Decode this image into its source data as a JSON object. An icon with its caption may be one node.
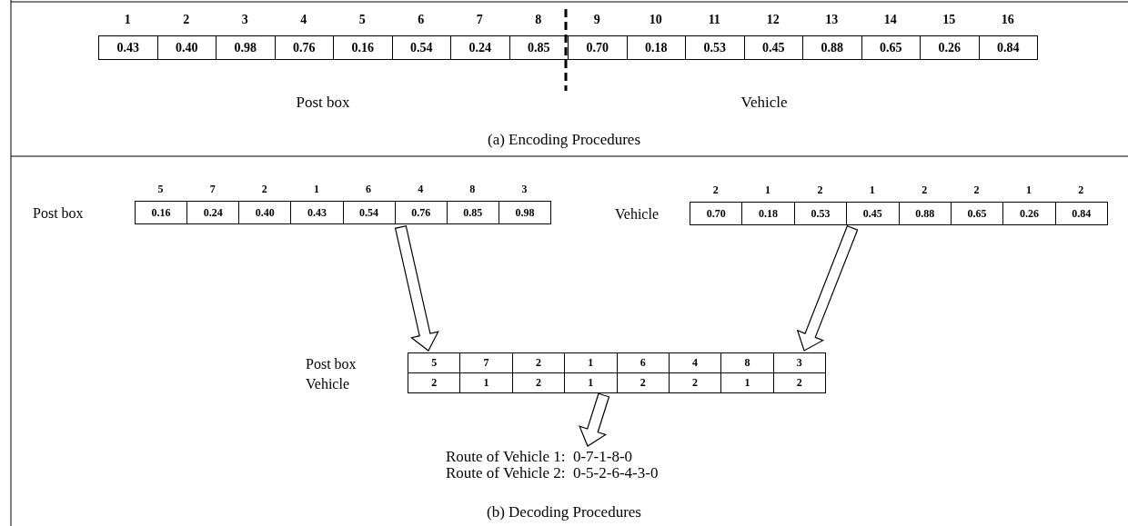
{
  "diagram": {
    "nodes": [
      {
        "text": [
          "0.16",
          "0.24",
          "0.40",
          "0.43",
          "0.54",
          "0.76",
          "0.85",
          "0.98"
        ],
        "beside": [
          "Post box",
          "5",
          "7",
          "2",
          "1",
          "6",
          "4",
          "8",
          "3"
        ]
      },
      {
        "text": [
          "0.70",
          "0.18",
          "0.53",
          "0.45",
          "0.88",
          "0.65",
          "0.26",
          "0.84"
        ],
        "beside": [
          "Vehicle",
          "2",
          "1",
          "2",
          "1",
          "2",
          "2",
          "1",
          "2"
        ]
      },
      {
        "text": [
          "5",
          "7",
          "2",
          "1",
          "6",
          "4",
          "8",
          "3",
          "2",
          "1",
          "2",
          "1",
          "2",
          "2",
          "1",
          "2"
        ],
        "beside": [
          "Post box",
          "Vehicle"
        ]
      },
      {
        "text": [
          "Route of Vehicle 1:  0-7-1-8-0",
          "Route of Vehicle 2:  0-5-2-6-4-3-0"
        ]
      }
    ],
    "edges": [
      {
        "from": 0,
        "to": 2,
        "arrow": "to"
      },
      {
        "from": 1,
        "to": 2,
        "arrow": "to"
      },
      {
        "from": 2,
        "to": 3,
        "arrow": "to"
      }
    ],
    "labels": [
      "1",
      "2",
      "3",
      "4",
      "5",
      "6",
      "7",
      "8",
      "9",
      "10",
      "11",
      "12",
      "13",
      "14",
      "15",
      "16",
      "0.43",
      "0.40",
      "0.98",
      "0.76",
      "0.16",
      "0.54",
      "0.24",
      "0.85",
      "0.70",
      "0.18",
      "0.53",
      "0.45",
      "0.88",
      "0.65",
      "0.26",
      "0.84",
      "Post box",
      "Vehicle",
      "(a) Encoding Procedures",
      "(b) Decoding Procedures"
    ]
  }
}
